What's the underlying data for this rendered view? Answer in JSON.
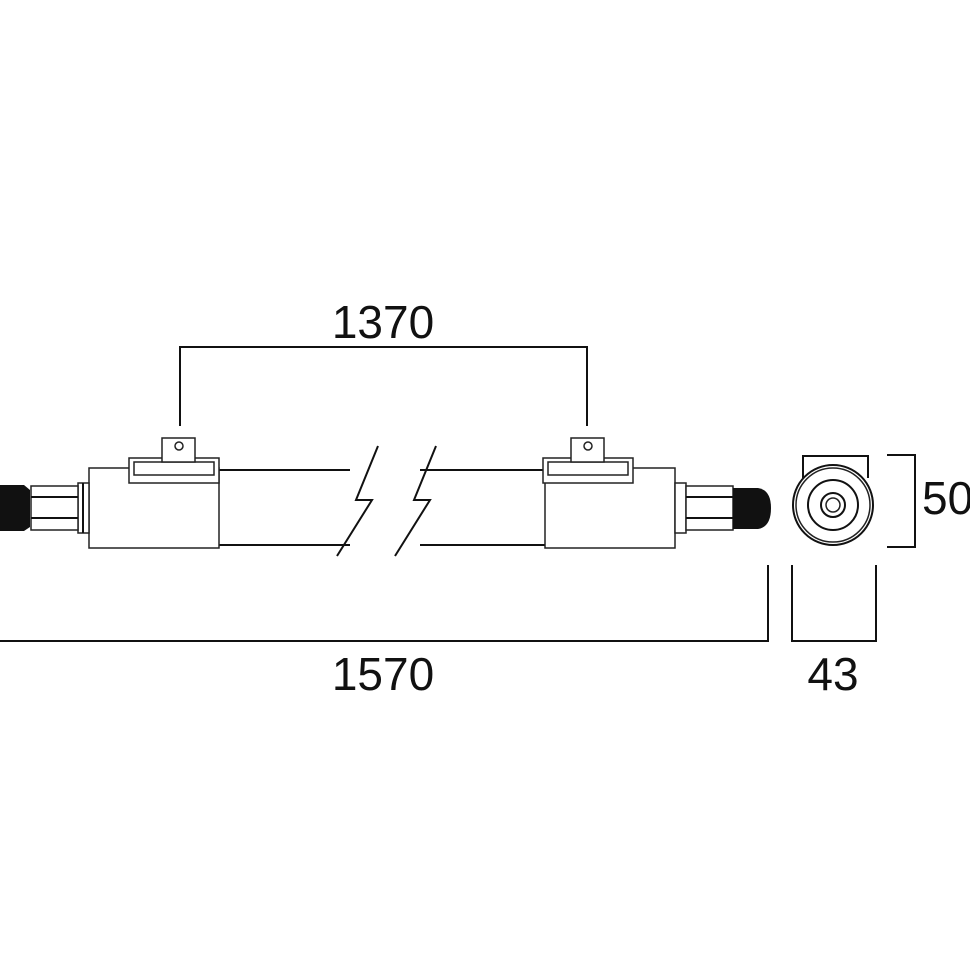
{
  "dimensions": {
    "mounting_distance": "1370",
    "overall_length": "1570",
    "width": "43",
    "height": "50"
  },
  "colors": {
    "line": "#111111",
    "background": "#ffffff"
  }
}
